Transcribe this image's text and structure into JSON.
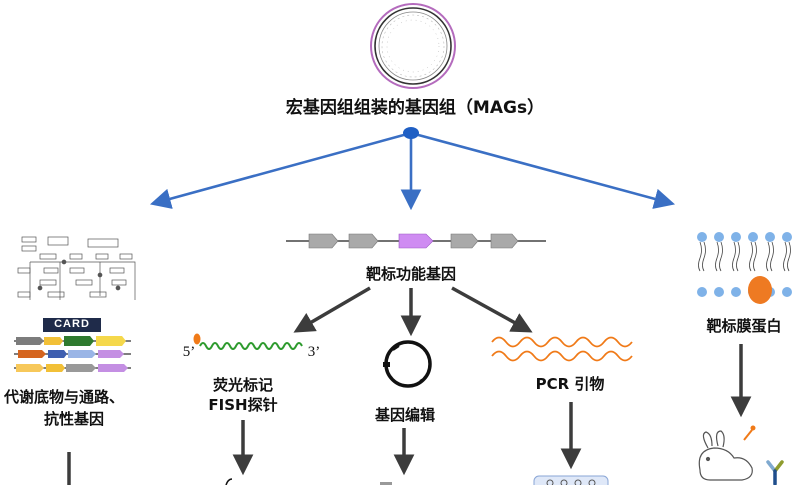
{
  "root_title": "宏基因组组装的基因组（MAGs）",
  "branches": {
    "metabolism": {
      "card_label": "CARD",
      "line1": "代谢底物与通路、",
      "line2": "抗性基因"
    },
    "target_genes": {
      "label": "靶标功能基因",
      "children": {
        "fish": {
          "line1": "荧光标记",
          "line2": "FISH探针",
          "five_prime": "5’",
          "three_prime": "3’"
        },
        "editing": {
          "label": "基因编辑"
        },
        "pcr": {
          "label": "PCR 引物"
        }
      }
    },
    "membrane": {
      "label": "靶标膜蛋白"
    }
  },
  "colors": {
    "arrow_blue": "#3a6fc4",
    "arrow_gray": "#3c3c3c",
    "gene_gray": "#a9a9a9",
    "gene_purple": "#cf8cf2",
    "wave_green": "#2e9b2e",
    "wave_orange": "#f07a18",
    "membrane_head": "#7fb2e8",
    "protein_orange": "#ee7a22"
  }
}
